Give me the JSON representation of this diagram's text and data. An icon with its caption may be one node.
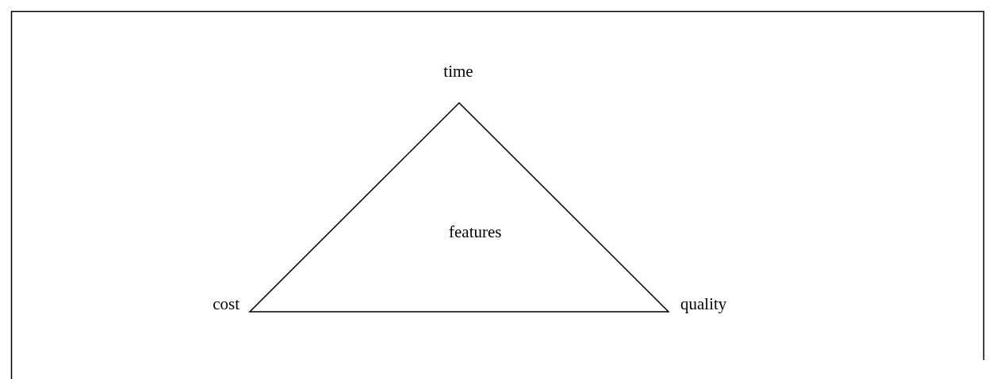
{
  "diagram": {
    "nodes": [
      {
        "text": [
          "features"
        ]
      }
    ],
    "labels": [
      "time",
      "cost",
      "quality"
    ]
  }
}
